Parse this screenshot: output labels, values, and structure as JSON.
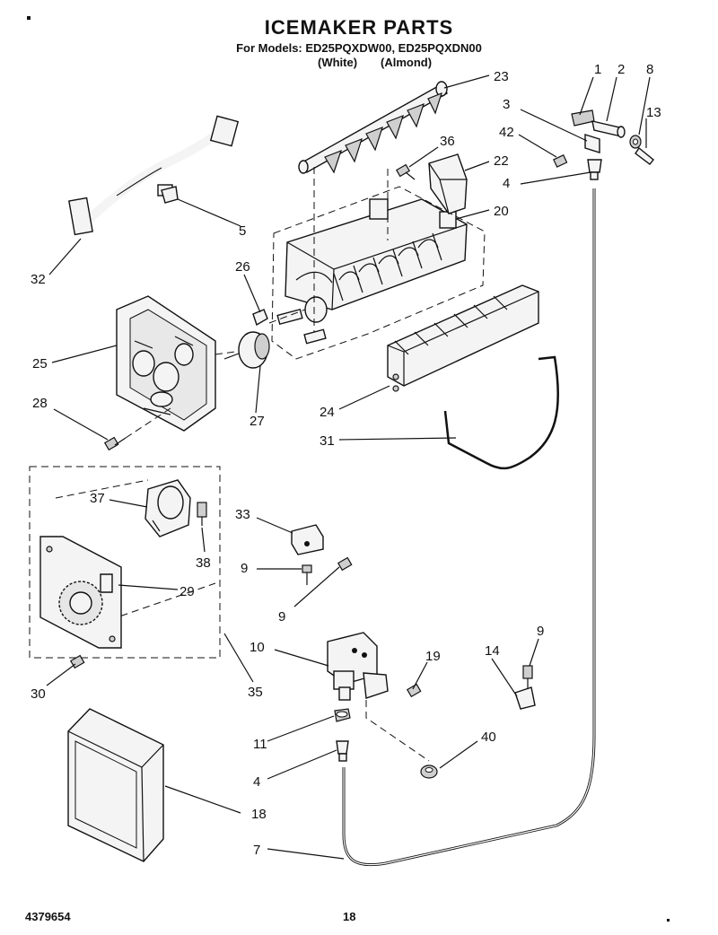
{
  "header": {
    "title": "ICEMAKER PARTS",
    "subtitle": "For Models: ED25PQXDW00, ED25PQXDN00",
    "variant_white": "(White)",
    "variant_almond": "(Almond)"
  },
  "footer": {
    "doc_number": "4379654",
    "page_number": "18"
  },
  "callouts": [
    "1",
    "2",
    "8",
    "3",
    "13",
    "42",
    "4",
    "23",
    "36",
    "22",
    "20",
    "5",
    "32",
    "26",
    "25",
    "27",
    "28",
    "24",
    "31",
    "37",
    "33",
    "38",
    "29",
    "9",
    "9",
    "30",
    "35",
    "10",
    "19",
    "9",
    "14",
    "11",
    "40",
    "4",
    "18",
    "7"
  ]
}
